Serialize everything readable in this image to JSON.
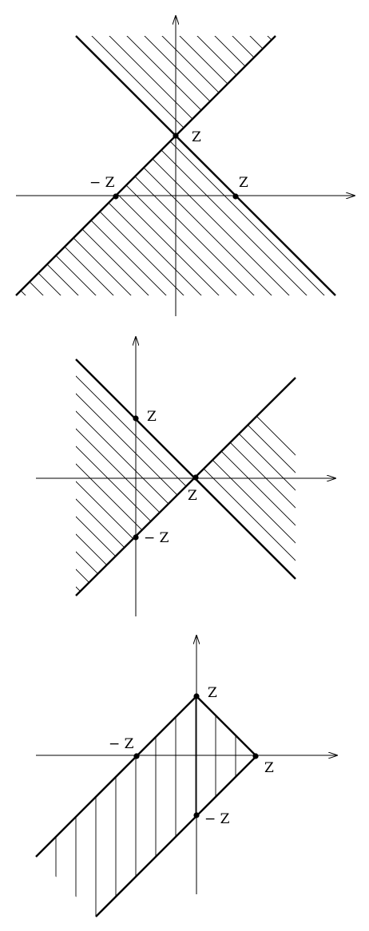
{
  "diagrams": [
    {
      "id": "top",
      "labels": {
        "positive_y": "Z",
        "negative_x": "− Z",
        "positive_x": "Z"
      }
    },
    {
      "id": "middle",
      "labels": {
        "positive_y": "Z",
        "positive_x": "Z",
        "negative_y": "− Z"
      }
    },
    {
      "id": "bottom",
      "labels": {
        "positive_y": "Z",
        "negative_x": "− Z",
        "positive_x": "Z",
        "negative_y": "− Z"
      }
    }
  ]
}
